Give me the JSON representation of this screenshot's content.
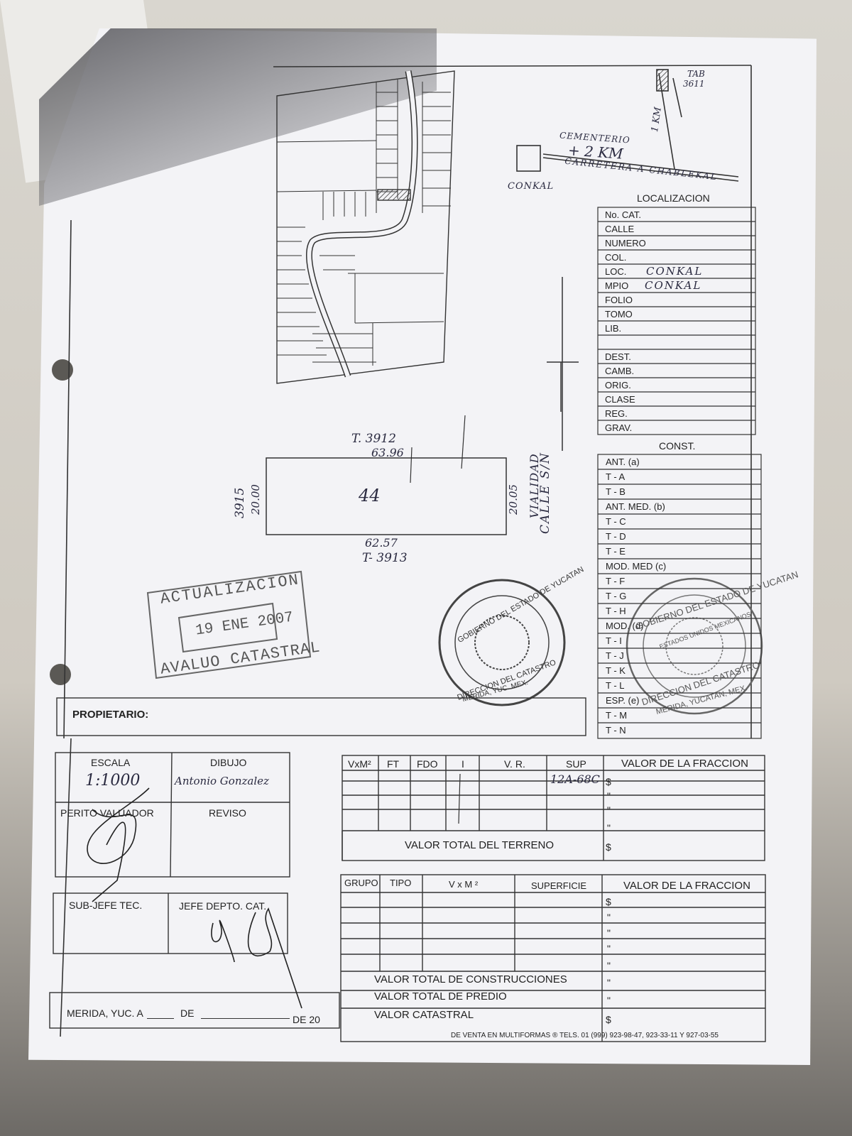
{
  "header": {
    "tag_label": "TAB",
    "tag_number": "3611",
    "cementerio": "CEMENTERIO",
    "distance_2km": "+ 2 KM",
    "distance_1km": "1 KM",
    "road_label": "CARRETERA A CHABLEKAL",
    "town_label": "CONKAL",
    "localizacion_title": "LOCALIZACION"
  },
  "localizacion": [
    {
      "label": "No. CAT.",
      "value": ""
    },
    {
      "label": "CALLE",
      "value": ""
    },
    {
      "label": "NUMERO",
      "value": ""
    },
    {
      "label": "COL.",
      "value": ""
    },
    {
      "label": "LOC.",
      "value": "CONKAL"
    },
    {
      "label": "MPIO",
      "value": "CONKAL"
    },
    {
      "label": "FOLIO",
      "value": ""
    },
    {
      "label": "TOMO",
      "value": ""
    },
    {
      "label": "LIB.",
      "value": ""
    },
    {
      "label": "",
      "value": ""
    },
    {
      "label": "DEST.",
      "value": ""
    },
    {
      "label": "CAMB.",
      "value": ""
    },
    {
      "label": "ORIG.",
      "value": ""
    },
    {
      "label": "CLASE",
      "value": ""
    },
    {
      "label": "REG.",
      "value": ""
    },
    {
      "label": "GRAV.",
      "value": ""
    }
  ],
  "const_title": "CONST.",
  "const": [
    "ANT. (a)",
    "T - A",
    "T - B",
    "ANT. MED. (b)",
    "T - C",
    "T - D",
    "T - E",
    "MOD. MED (c)",
    "T - F",
    "T - G",
    "T - H",
    "MOD. (d)",
    "T - I",
    "T - J",
    "T - K",
    "T - L",
    "ESP. (e)",
    "T - M",
    "T - N"
  ],
  "plot": {
    "top_neighbor": "T. 3912",
    "top_length": "63.96",
    "left_neighbor": "3915",
    "left_length": "20.00",
    "lot_number": "44",
    "right_length": "20.05",
    "bottom_length": "62.57",
    "bottom_neighbor": "T- 3913",
    "vialidad": "VIALIDAD",
    "calle": "CALLE S/N"
  },
  "stamp": {
    "line1": "ACTUALIZACION",
    "date": "19 ENE 2007",
    "line2": "AVALUO CATASTRAL"
  },
  "seal_left": {
    "top": "GOBIERNO DEL ESTADO DE YUCATAN",
    "bottom": "DIRECCION DEL CATASTRO",
    "place": "MERIDA, YUC. MEX."
  },
  "seal_right": {
    "top": "GOBIERNO DEL ESTADO DE YUCATAN",
    "center": "ESTADOS UNIDOS MEXICANOS",
    "bottom": "DIRECCION DEL CATASTRO",
    "place": "MERIDA, YUCATAN, MEX."
  },
  "propietario_label": "PROPIETARIO:",
  "sign_block": {
    "escala_label": "ESCALA",
    "escala_value": "1:1000",
    "dibujo_label": "DIBUJO",
    "dibujo_value": "Antonio Gonzalez",
    "perito_label": "PERITO VALUADOR",
    "reviso_label": "REVISO",
    "subjefe_label": "SUB-JEFE TEC.",
    "jefe_label": "JEFE DEPTO. CAT."
  },
  "terreno": {
    "headers": [
      "VxM²",
      "FT",
      "FDO",
      "I",
      "V. R.",
      "SUP",
      "VALOR DE LA FRACCION"
    ],
    "sup_value": "12A-68C",
    "fraccion_marks": [
      "$",
      "\"",
      "\"",
      "\""
    ],
    "total_label": "VALOR TOTAL DEL TERRENO",
    "total_mark": "$"
  },
  "construcciones": {
    "headers": [
      "GRUPO",
      "TIPO",
      "V x M ²",
      "SUPERFICIE",
      "VALOR DE LA FRACCION"
    ],
    "fraccion_marks": [
      "$",
      "\"",
      "\"",
      "\"",
      "\""
    ],
    "totals": [
      {
        "label": "VALOR TOTAL DE CONSTRUCCIONES",
        "mark": "\""
      },
      {
        "label": "VALOR TOTAL DE PREDIO",
        "mark": "\""
      },
      {
        "label": "VALOR CATASTRAL",
        "mark": "$"
      }
    ]
  },
  "footer": {
    "merida_prefix": "MERIDA, YUC. A",
    "de1": "DE",
    "de20": "DE 20",
    "printer": "DE VENTA EN MULTIFORMAS ® TELS. 01 (999) 923-98-47, 923-33-11 Y 927-03-55"
  }
}
